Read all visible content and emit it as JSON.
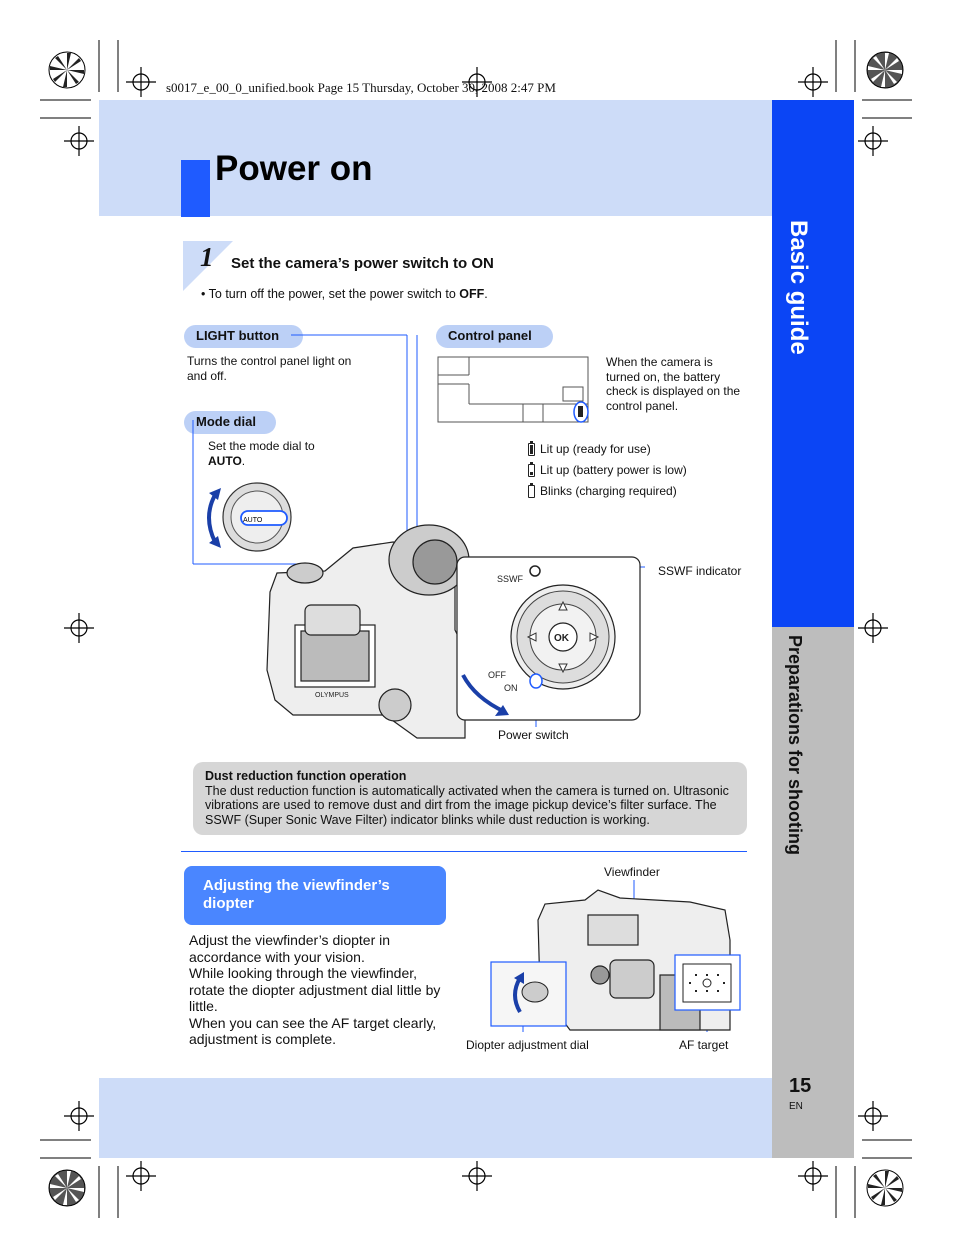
{
  "print_header": "s0017_e_00_0_unified.book  Page 15  Thursday, October 30, 2008  2:47 PM",
  "page_title": "Power on",
  "side_tabs": {
    "primary": "Basic guide",
    "secondary": "Preparations for shooting"
  },
  "page": {
    "number": "15",
    "language": "EN"
  },
  "step": {
    "number": "1",
    "instruction": "Set the camera’s power switch to ON",
    "note_bullet": "•",
    "note_text": "To turn off the power, set the power switch to ",
    "note_emphasis": "OFF",
    "note_end": "."
  },
  "callouts": {
    "light_button": {
      "label": "LIGHT button",
      "desc": "Turns the control panel light on and off."
    },
    "control_panel": {
      "label": "Control panel",
      "desc": "When the camera is turned on, the battery check is displayed on the control panel."
    },
    "mode_dial": {
      "label": "Mode dial",
      "desc": "Set the mode dial to ",
      "desc_emphasis": "AUTO",
      "desc_end": "."
    },
    "battery_states": [
      {
        "icon": "battery-full-icon",
        "text": "Lit up (ready for use)"
      },
      {
        "icon": "battery-low-icon",
        "text": "Lit up (battery power is low)"
      },
      {
        "icon": "battery-empty-icon",
        "text": "Blinks (charging required)"
      }
    ],
    "sswf_indicator": "SSWF indicator",
    "power_switch": "Power switch"
  },
  "diagram_labels": {
    "sswf": "SSWF",
    "ok": "OK",
    "off": "OFF",
    "on": "ON",
    "auto": "AUTO",
    "brand": "OLYMPUS"
  },
  "dust_box": {
    "heading": "Dust reduction function operation",
    "text": "The dust reduction function is automatically activated when the camera is turned on. Ultrasonic vibrations are used to remove dust and dirt from the image pickup device’s filter surface. The SSWF (Super Sonic Wave Filter) indicator blinks while dust reduction is working."
  },
  "viewfinder_section": {
    "heading": "Adjusting the viewfinder’s diopter",
    "paragraphs": [
      "Adjust the viewfinder’s diopter in accordance with your vision.",
      "While looking through the viewfinder, rotate the diopter adjustment dial little by little.",
      "When you can see the AF target clearly, adjustment is complete."
    ],
    "labels": {
      "viewfinder": "Viewfinder",
      "diopter_dial": "Diopter adjustment dial",
      "af_target": "AF target"
    }
  },
  "colors": {
    "accent_blue": "#1f5bff",
    "band_light_blue": "#cddcf8",
    "pill_blue": "#bcd0f6",
    "side_gray": "#bdbdbd",
    "info_gray": "#d6d6d6"
  }
}
